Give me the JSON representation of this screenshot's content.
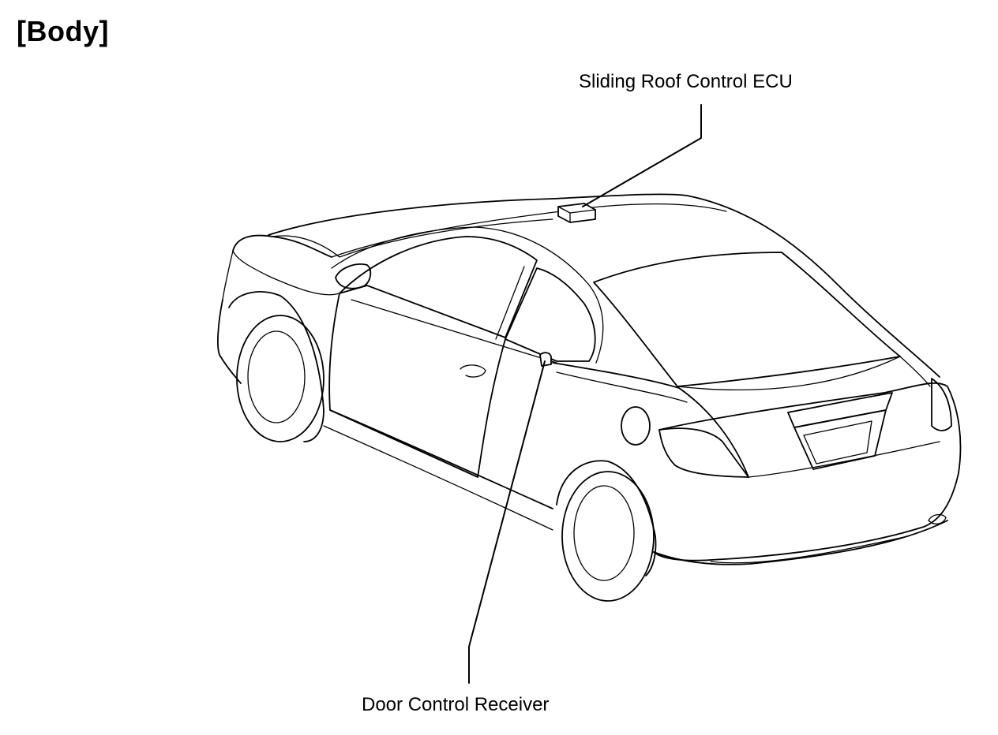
{
  "title": "[Body]",
  "callouts": {
    "sliding_roof_ecu": "Sliding Roof Control ECU",
    "door_control_receiver": "Door Control Receiver"
  },
  "colors": {
    "line": "#000000",
    "background": "#ffffff"
  }
}
